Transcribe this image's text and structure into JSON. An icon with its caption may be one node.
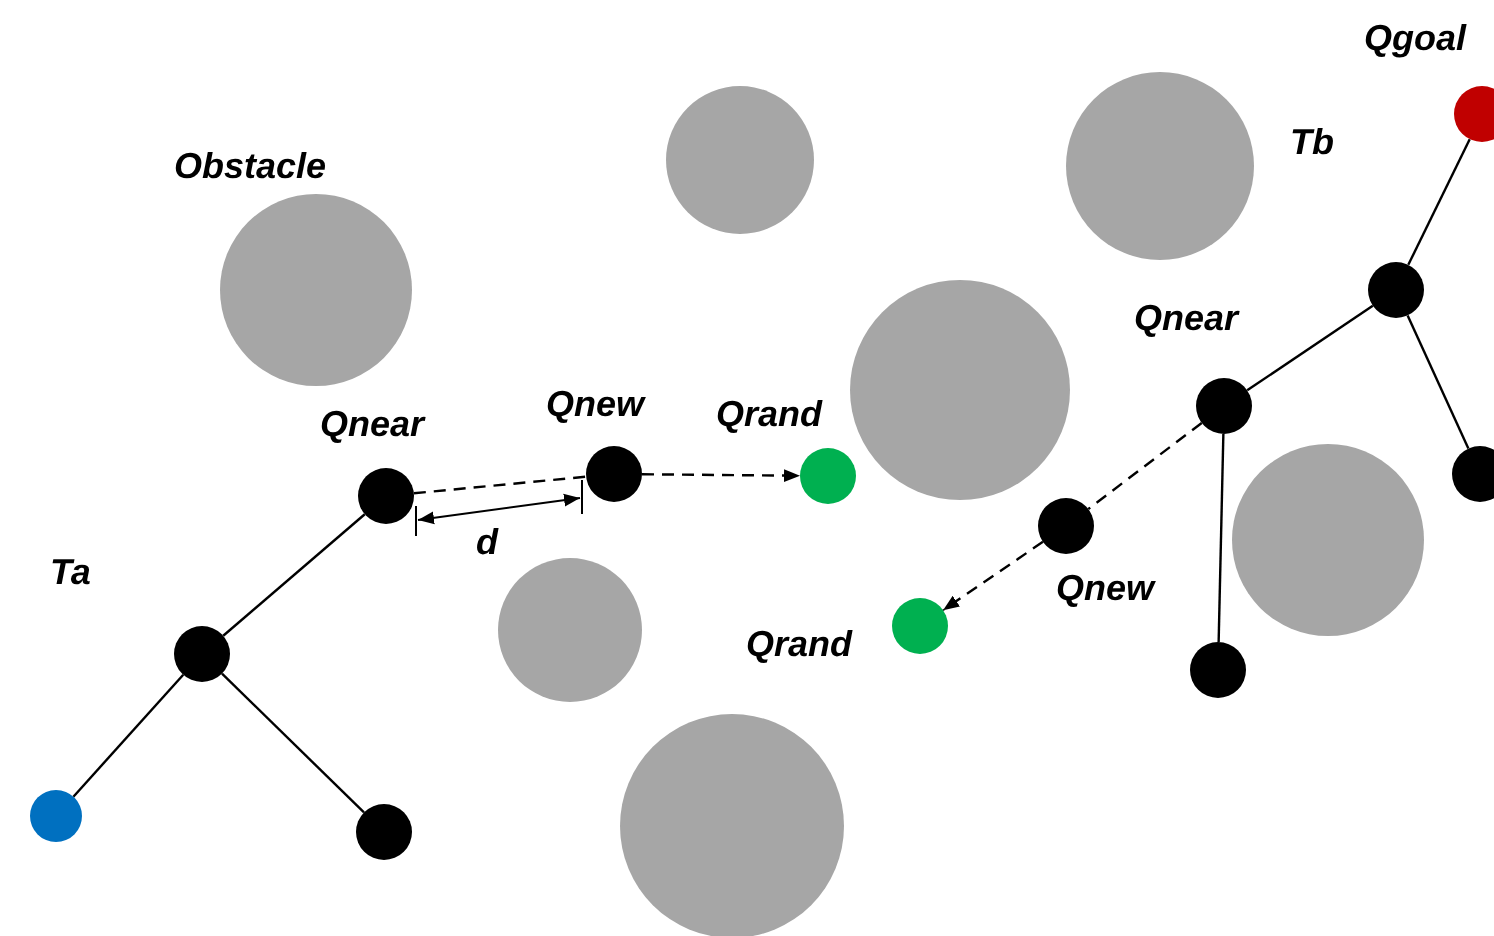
{
  "diagram": {
    "nodes": [
      {
        "text": [],
        "shape": "circle"
      },
      {
        "text": [],
        "shape": "circle"
      },
      {
        "text": [],
        "shape": "circle"
      },
      {
        "text": [],
        "shape": "circle",
        "beside": [
          "Qnear"
        ]
      },
      {
        "text": [],
        "shape": "circle",
        "beside": [
          "Qnew"
        ]
      },
      {
        "text": [],
        "shape": "circle",
        "beside": [
          "Qrand"
        ]
      },
      {
        "text": [],
        "shape": "circle",
        "beside": [
          "Qgoal"
        ]
      },
      {
        "text": [],
        "shape": "circle"
      },
      {
        "text": [],
        "shape": "circle"
      },
      {
        "text": [],
        "shape": "circle",
        "beside": [
          "Qnear"
        ]
      },
      {
        "text": [],
        "shape": "circle"
      },
      {
        "text": [],
        "shape": "circle",
        "beside": [
          "Qnew"
        ]
      },
      {
        "text": [],
        "shape": "circle",
        "beside": [
          "Qrand"
        ]
      },
      {
        "text": [],
        "shape": "circle"
      },
      {
        "text": [],
        "shape": "circle",
        "beside": [
          "Obstacle"
        ]
      },
      {
        "text": [],
        "shape": "circle"
      },
      {
        "text": [],
        "shape": "circle"
      },
      {
        "text": [],
        "shape": "circle"
      },
      {
        "text": [],
        "shape": "circle"
      },
      {
        "text": [],
        "shape": "circle"
      }
    ],
    "edges": [
      {
        "from": 0,
        "to": 1,
        "arrow": "none"
      },
      {
        "from": 1,
        "to": 2,
        "arrow": "none"
      },
      {
        "from": 1,
        "to": 3,
        "arrow": "none"
      },
      {
        "from": 3,
        "to": 4,
        "arrow": "none",
        "style": "dashed"
      },
      {
        "from": 4,
        "to": 5,
        "arrow": "to",
        "style": "dashed"
      },
      {
        "from": 6,
        "to": 7,
        "arrow": "none"
      },
      {
        "from": 7,
        "to": 8,
        "arrow": "none"
      },
      {
        "from": 7,
        "to": 9,
        "arrow": "none"
      },
      {
        "from": 9,
        "to": 10,
        "arrow": "none"
      },
      {
        "from": 9,
        "to": 11,
        "arrow": "none",
        "style": "dashed"
      },
      {
        "from": 11,
        "to": 12,
        "arrow": "to",
        "style": "dashed"
      }
    ],
    "labels": [
      "Ta",
      "d",
      "Tb"
    ]
  }
}
